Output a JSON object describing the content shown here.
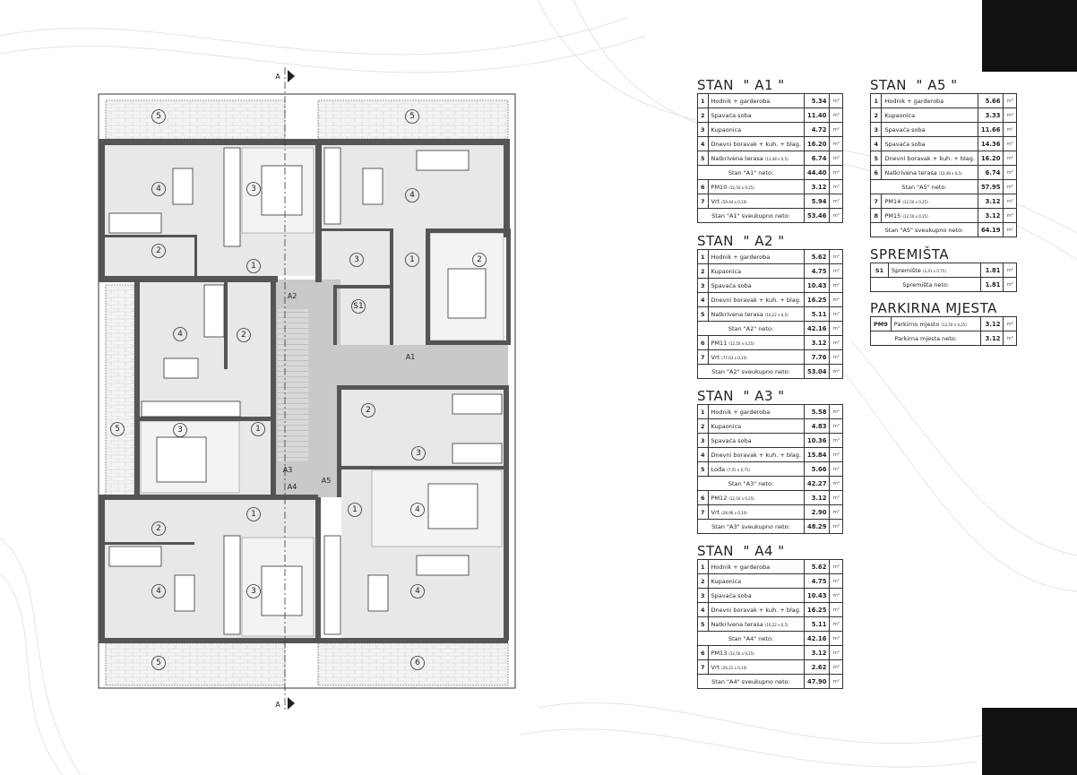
{
  "plan": {
    "section_mark": "A",
    "room_labels": [
      "5",
      "5",
      "4",
      "3",
      "4",
      "2",
      "1",
      "3",
      "1",
      "2",
      "S1",
      "4",
      "2",
      "5",
      "3",
      "1",
      "2",
      "3",
      "1",
      "4",
      "2",
      "1",
      "4",
      "3",
      "4",
      "5",
      "6"
    ],
    "entrances": [
      "A2",
      "A1",
      "A3",
      "A4",
      "A5"
    ]
  },
  "unit": "m²",
  "tables": [
    {
      "title": "STAN  \" A1 \"",
      "rows": [
        {
          "n": "1",
          "label": "Hodnik + garderoba",
          "dim": "",
          "value": "5.34"
        },
        {
          "n": "2",
          "label": "Spavaća soba",
          "dim": "",
          "value": "11.40"
        },
        {
          "n": "3",
          "label": "Kupaonica",
          "dim": "",
          "value": "4.72"
        },
        {
          "n": "4",
          "label": "Dnevni boravak + kuh. + blag.",
          "dim": "",
          "value": "16.20"
        },
        {
          "n": "5",
          "label": "Natkrivena terasa",
          "dim": "(13,48 x 0,5)",
          "value": "6.74"
        },
        {
          "n": "",
          "label": "Stan \"A1\" neto:",
          "dim": "",
          "value": "44.40",
          "sum": true
        },
        {
          "n": "6",
          "label": "PM10",
          "dim": "(12,50 x 0,25)",
          "value": "3.12"
        },
        {
          "n": "7",
          "label": "Vrt",
          "dim": "(59,44 x 0,10)",
          "value": "5.94"
        },
        {
          "n": "",
          "label": "Stan \"A1\" sveukupno neto:",
          "dim": "",
          "value": "53.46",
          "sum": true
        }
      ]
    },
    {
      "title": "STAN  \" A2 \"",
      "rows": [
        {
          "n": "1",
          "label": "Hodnik + garderoba",
          "dim": "",
          "value": "5.62"
        },
        {
          "n": "2",
          "label": "Kupaonica",
          "dim": "",
          "value": "4.75"
        },
        {
          "n": "3",
          "label": "Spavaća soba",
          "dim": "",
          "value": "10.43"
        },
        {
          "n": "4",
          "label": "Dnevni boravak + kuh. + blag.",
          "dim": "",
          "value": "16.25"
        },
        {
          "n": "5",
          "label": "Natkrivena terasa",
          "dim": "(10,22 x 0,5)",
          "value": "5.11"
        },
        {
          "n": "",
          "label": "Stan \"A2\" neto:",
          "dim": "",
          "value": "42.16",
          "sum": true
        },
        {
          "n": "6",
          "label": "PM11",
          "dim": "(12,50 x 0,25)",
          "value": "3.12"
        },
        {
          "n": "7",
          "label": "Vrt",
          "dim": "(77,63 x 0,10)",
          "value": "7.76"
        },
        {
          "n": "",
          "label": "Stan \"A2\" sveukupno neto:",
          "dim": "",
          "value": "53.04",
          "sum": true
        }
      ]
    },
    {
      "title": "STAN  \" A3 \"",
      "rows": [
        {
          "n": "1",
          "label": "Hodnik + garderoba",
          "dim": "",
          "value": "5.58"
        },
        {
          "n": "2",
          "label": "Kupaonica",
          "dim": "",
          "value": "4.83"
        },
        {
          "n": "3",
          "label": "Spavaća soba",
          "dim": "",
          "value": "10.36"
        },
        {
          "n": "4",
          "label": "Dnevni boravak + kuh. + blag.",
          "dim": "",
          "value": "15.84"
        },
        {
          "n": "5",
          "label": "Lođa",
          "dim": "(7,55 x 0,75)",
          "value": "5.66"
        },
        {
          "n": "",
          "label": "Stan \"A3\" neto:",
          "dim": "",
          "value": "42.27",
          "sum": true
        },
        {
          "n": "6",
          "label": "PM12",
          "dim": "(12,50 x 0,25)",
          "value": "3.12"
        },
        {
          "n": "7",
          "label": "Vrt",
          "dim": "(28,96 x 0,10)",
          "value": "2.90"
        },
        {
          "n": "",
          "label": "Stan \"A3\" sveukupno neto:",
          "dim": "",
          "value": "48.29",
          "sum": true
        }
      ]
    },
    {
      "title": "STAN  \" A4 \"",
      "rows": [
        {
          "n": "1",
          "label": "Hodnik + garderoba",
          "dim": "",
          "value": "5.62"
        },
        {
          "n": "2",
          "label": "Kupaonica",
          "dim": "",
          "value": "4.75"
        },
        {
          "n": "3",
          "label": "Spavaća soba",
          "dim": "",
          "value": "10.43"
        },
        {
          "n": "4",
          "label": "Dnevni boravak + kuh. + blag.",
          "dim": "",
          "value": "16.25"
        },
        {
          "n": "5",
          "label": "Natkrivena terasa",
          "dim": "(10,22 x 0,5)",
          "value": "5.11"
        },
        {
          "n": "",
          "label": "Stan \"A4\" neto:",
          "dim": "",
          "value": "42.16",
          "sum": true
        },
        {
          "n": "6",
          "label": "PM13",
          "dim": "(12,50 x 0,25)",
          "value": "3.12"
        },
        {
          "n": "7",
          "label": "Vrt",
          "dim": "(26,21 x 0,10)",
          "value": "2.62"
        },
        {
          "n": "",
          "label": "Stan \"A4\" sveukupno neto:",
          "dim": "",
          "value": "47.90",
          "sum": true
        }
      ]
    },
    {
      "title": "STAN  \" A5 \"",
      "rows": [
        {
          "n": "1",
          "label": "Hodnik + garderoba",
          "dim": "",
          "value": "5.66"
        },
        {
          "n": "2",
          "label": "Kupaonica",
          "dim": "",
          "value": "3.33"
        },
        {
          "n": "3",
          "label": "Spavaća soba",
          "dim": "",
          "value": "11.66"
        },
        {
          "n": "4",
          "label": "Spavaća soba",
          "dim": "",
          "value": "14.36"
        },
        {
          "n": "5",
          "label": "Dnevni boravak + kuh. + blag.",
          "dim": "",
          "value": "16.20"
        },
        {
          "n": "6",
          "label": "Natkrivena terasa",
          "dim": "(13,48 x 0,5)",
          "value": "6.74"
        },
        {
          "n": "",
          "label": "Stan \"A5\" neto:",
          "dim": "",
          "value": "57.95",
          "sum": true
        },
        {
          "n": "7",
          "label": "PM14",
          "dim": "(12,50 x 0,25)",
          "value": "3.12"
        },
        {
          "n": "8",
          "label": "PM15",
          "dim": "(12,50 x 0,25)",
          "value": "3.12"
        },
        {
          "n": "",
          "label": "Stan \"A5\" sveukupno neto:",
          "dim": "",
          "value": "64.19",
          "sum": true
        }
      ]
    },
    {
      "title": "SPREMIŠTA",
      "rows": [
        {
          "n": "S1",
          "label": "Spremište",
          "dim": "(2,41 x 0,75)",
          "value": "1.81"
        },
        {
          "n": "",
          "label": "Spremišta neto:",
          "dim": "",
          "value": "1.81",
          "sum": true
        }
      ]
    },
    {
      "title": "PARKIRNA MJESTA",
      "rows": [
        {
          "n": "PM9",
          "label": "Parkirno mjesto",
          "dim": "(12,50 x 0,25)",
          "value": "3.12"
        },
        {
          "n": "",
          "label": "Parkirna mjesta neto:",
          "dim": "",
          "value": "3.12",
          "sum": true
        }
      ]
    }
  ]
}
